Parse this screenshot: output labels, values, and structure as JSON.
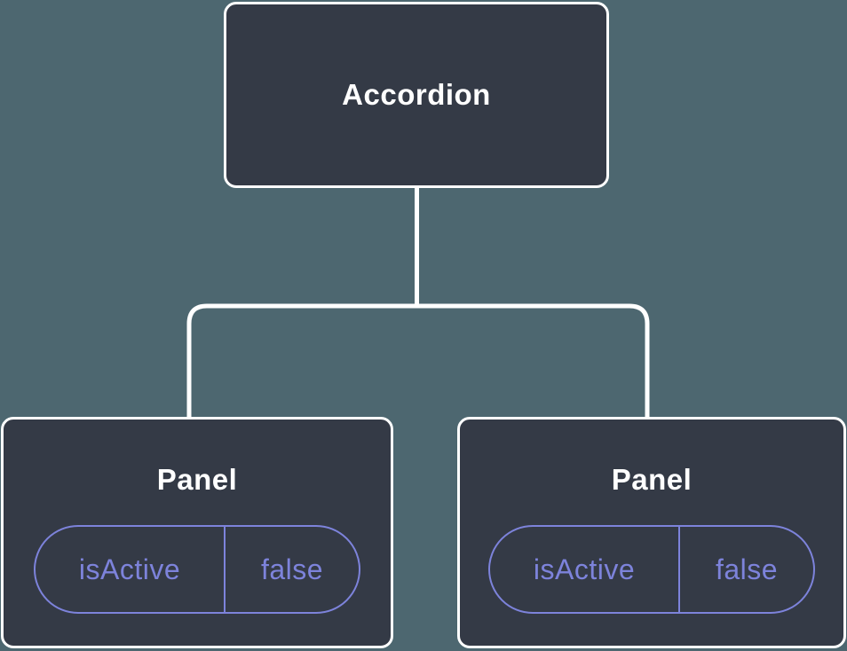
{
  "diagram": {
    "root": {
      "label": "Accordion"
    },
    "children": [
      {
        "label": "Panel",
        "state": {
          "name": "isActive",
          "value": "false"
        }
      },
      {
        "label": "Panel",
        "state": {
          "name": "isActive",
          "value": "false"
        }
      }
    ],
    "colors": {
      "background": "#4d6770",
      "node_fill": "#343a46",
      "node_border": "#ffffff",
      "title_text": "#ffffff",
      "accent": "#7d83db",
      "connector": "#ffffff"
    }
  }
}
